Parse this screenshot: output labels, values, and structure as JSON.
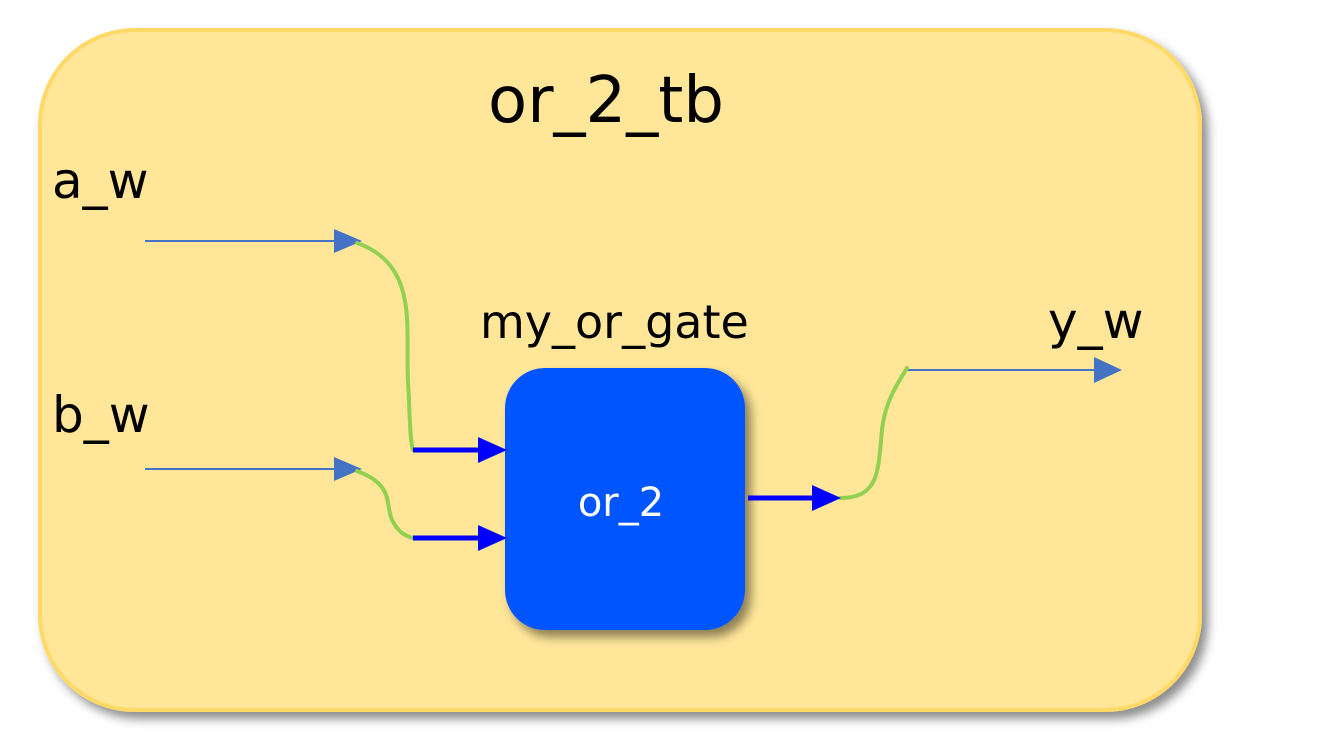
{
  "testbench": {
    "title": "or_2_tb",
    "fill_color": "#FFE699",
    "border_color": "#FFD966"
  },
  "signals": {
    "a": "a_w",
    "b": "b_w",
    "y": "y_w"
  },
  "instance": {
    "name": "my_or_gate",
    "module": "or_2",
    "fill_color": "#0055FF"
  },
  "colors": {
    "signal_arrow": "#4472C4",
    "port_arrow": "#0000FF",
    "connection_wire": "#92D050"
  }
}
